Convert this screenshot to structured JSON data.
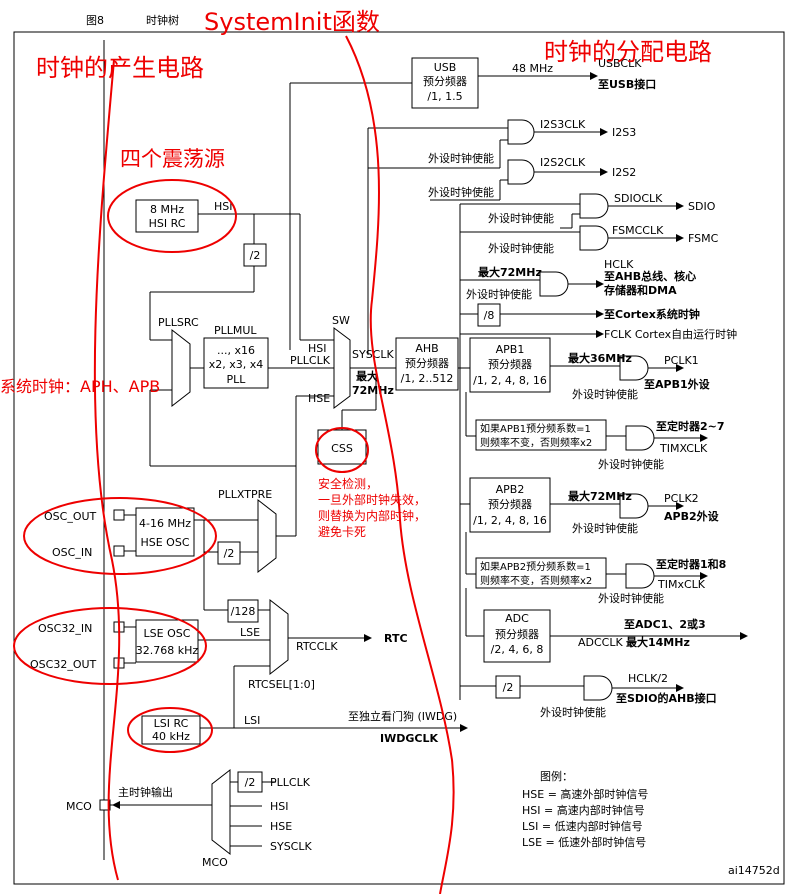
{
  "header": {
    "fig": "图8",
    "title": "时钟树"
  },
  "annotations": {
    "systeminit": "SystemInit函数",
    "gen": "时钟的产生电路",
    "dist": "时钟的分配电路",
    "four_src": "四个震荡源",
    "sysclk_note": "系统时钟：APH、APB",
    "css_note": [
      "安全检测，",
      "一旦外部时钟失效，",
      "则替换为内部时钟，",
      "避免卡死"
    ]
  },
  "blocks": {
    "usb": [
      "USB",
      "预分频器",
      "/1, 1.5"
    ],
    "hsi": [
      "8 MHz",
      "HSI RC"
    ],
    "pllmul": [
      "PLLMUL",
      "..., x16",
      "x2, x3, x4",
      "PLL"
    ],
    "ahb": [
      "AHB",
      "预分频器",
      "/1, 2..512"
    ],
    "apb1": [
      "APB1",
      "预分频器",
      "/1, 2, 4, 8, 16"
    ],
    "apb2": [
      "APB2",
      "预分频器",
      "/1, 2, 4, 8, 16"
    ],
    "hse": [
      "4-16 MHz",
      "HSE OSC"
    ],
    "lse": [
      "LSE OSC",
      "32.768 kHz"
    ],
    "lsi": [
      "LSI RC",
      "40 kHz"
    ],
    "adc": [
      "ADC",
      "预分频器",
      "/2, 4, 6, 8"
    ],
    "css": "CSS",
    "apb1_note": [
      "如果APB1预分频系数=1",
      "则频率不变，否则频率x2"
    ],
    "apb2_note": [
      "如果APB2预分频系数=1",
      "则频率不变，否则频率x2"
    ]
  },
  "labels": {
    "usb48": "48 MHz",
    "usbclk": "USBCLK",
    "usbport": "至USB接口",
    "i2s3clk": "I2S3CLK",
    "i2s3": "I2S3",
    "i2s2clk": "I2S2CLK",
    "i2s2": "I2S2",
    "periph_en": "外设时钟使能",
    "sdioclk": "SDIOCLK",
    "sdio": "SDIO",
    "fsmcclk": "FSMCCLK",
    "fsmc": "FSMC",
    "max72": "最大72MHz",
    "hclk": "HCLK",
    "hclk_to": [
      "至AHB总线、核心",
      "存储器和DMA"
    ],
    "div8": "/8",
    "cortex_tick": "至Cortex系统时钟",
    "fclk": "FCLK Cortex自由运行时钟",
    "hsi_out": "HSI",
    "div2": "/2",
    "pllsrc": "PLLSRC",
    "sw": "SW",
    "sysclk": "SYSCLK",
    "hsi_sw": "HSI",
    "pllclk": "PLLCLK",
    "hse_sw": "HSE",
    "sw_max": [
      "最大",
      "72MHz"
    ],
    "max36": "最大36MHz",
    "pclk1": "PCLK1",
    "apb1_per": "至APB1外设",
    "timer27": "至定时器2~7",
    "timxclk": "TIMXCLK",
    "pclk2": "PCLK2",
    "apb2_per": "APB2外设",
    "timer18": "至定时器1和8",
    "timxclk2": "TIMxCLK",
    "adc_to": "至ADC1、2或3",
    "adcclk": "ADCCLK",
    "adc_max": "最大14MHz",
    "hclk2": "HCLK/2",
    "sdio_ahb": "至SDIO的AHB接口",
    "osc_out": "OSC_OUT",
    "osc_in": "OSC_IN",
    "pllxtpre": "PLLXTPRE",
    "div128": "/128",
    "lse_l": "LSE",
    "rtcclk": "RTCCLK",
    "rtc": "RTC",
    "rtcsel": "RTCSEL[1:0]",
    "osc32_in": "OSC32_IN",
    "osc32_out": "OSC32_OUT",
    "lsi_l": "LSI",
    "iwdg_to": "至独立看门狗 (IWDG)",
    "iwdgclk": "IWDGCLK",
    "mco": "MCO",
    "mco_out": "主时钟输出",
    "mco_pll": "PLLCLK",
    "mco_hsi": "HSI",
    "mco_hse": "HSE",
    "mco_sys": "SYSCLK",
    "mco_sel": "MCO"
  },
  "legend": {
    "title": "图例：",
    "items": [
      "HSE = 高速外部时钟信号",
      "HSI = 高速内部时钟信号",
      "LSI = 低速内部时钟信号",
      "LSE = 低速外部时钟信号"
    ]
  },
  "fig_id": "ai14752d",
  "colors": {
    "annotation": "#ee0000"
  }
}
